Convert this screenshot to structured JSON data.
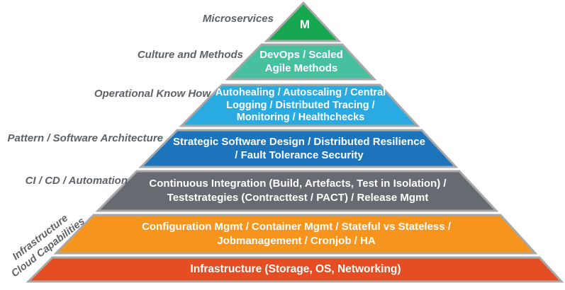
{
  "pyramid": {
    "stroke_color": "#a8a8a8",
    "label_color": "#5d6368",
    "band_text_color": "#ffffff",
    "layers": [
      {
        "name": "microservices",
        "side_label": "Microservices",
        "color": "#17a750",
        "lines": [
          "M"
        ]
      },
      {
        "name": "culture-and-methods",
        "side_label": "Culture and Methods",
        "color": "#46c09e",
        "lines": [
          "DevOps / Scaled",
          "Agile Methods"
        ]
      },
      {
        "name": "operational-know-how",
        "side_label": "Operational Know How",
        "color": "#29aae1",
        "lines": [
          "Autohealing / Autoscaling / Central",
          "Logging / Distributed Tracing /",
          "Monitoring / Healthchecks"
        ]
      },
      {
        "name": "pattern-software-architecture",
        "side_label": "Pattern / Software Architecture",
        "color": "#1b74bc",
        "lines": [
          "Strategic Software Design / Distributed Resilience",
          "/ Fault Tolerance Security"
        ]
      },
      {
        "name": "ci-cd-automation",
        "side_label": "CI / CD / Automation",
        "color": "#656b71",
        "lines": [
          "Continuous Integration (Build, Artefacts, Test in Isolation) /",
          "Teststrategies (Contracttest / PACT) / Release Mgmt"
        ]
      },
      {
        "name": "infrastructure-cloud-capabilities",
        "side_label_lines": [
          "Infrastructure",
          "Cloud Capabilities"
        ],
        "color": "#f7941e",
        "lines": [
          "Configuration Mgmt / Container Mgmt / Stateful vs Stateless /",
          "Jobmanagement / Cronjob / HA"
        ]
      },
      {
        "name": "infrastructure",
        "color": "#e54e22",
        "lines": [
          "Infrastructure (Storage, OS, Networking)"
        ]
      }
    ]
  }
}
